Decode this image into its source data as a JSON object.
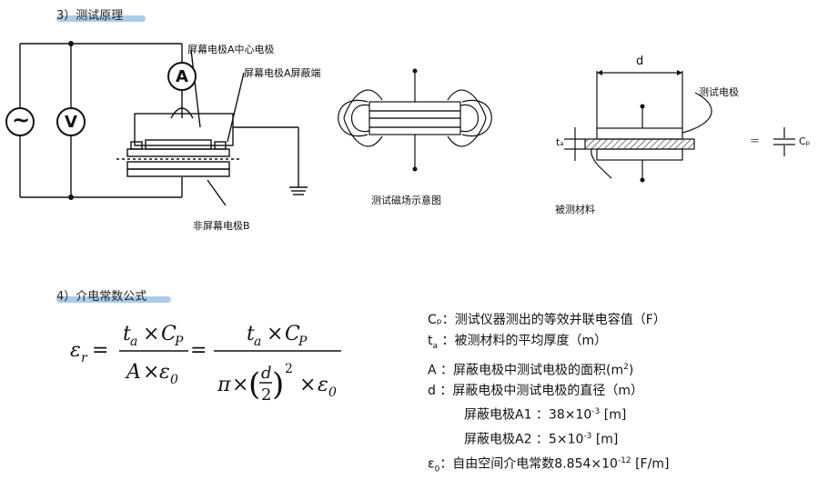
{
  "section3": {
    "title": "3）测试原理"
  },
  "circuit": {
    "label_center": "屏幕电极A中心电极",
    "label_shield": "屏幕电极A屏蔽端",
    "label_bottom": "非屏幕电极B",
    "ammeter": "A",
    "voltmeter": "V",
    "source": "~"
  },
  "field": {
    "label": "测试磁场示意图"
  },
  "electrode": {
    "dim_d": "d",
    "dim_ta": "tₐ",
    "label_test": "测试电极",
    "label_material": "被测材料",
    "equals": "=",
    "cap_label": "Cₚ"
  },
  "section4": {
    "title": "4）介电常数公式"
  },
  "legend": {
    "cp": "Cₚ：测试仪器测出的等效并联电容值（F）",
    "ta_sym": "t",
    "ta_sub": "a",
    "ta_text": "：被测材料的平均厚度（m）",
    "area_a": "A ：屏蔽电极中测试电极的面积(m",
    "area_sup": "2",
    "area_b": ")",
    "diam": "d ：屏蔽电极中测试电极的直径（m）",
    "a1_a": "屏蔽电极A1 ：38×10",
    "a1_sup": "-3",
    "a1_b": " [m]",
    "a2_a": "屏蔽电极A2 ：5×10",
    "a2_sup": "-3",
    "a2_b": " [m]",
    "eps_sym": "ε",
    "eps_sub": "0",
    "eps_a": "：自由空间介电常数8.854×10",
    "eps_sup": "-12",
    "eps_b": " [F/m]"
  }
}
